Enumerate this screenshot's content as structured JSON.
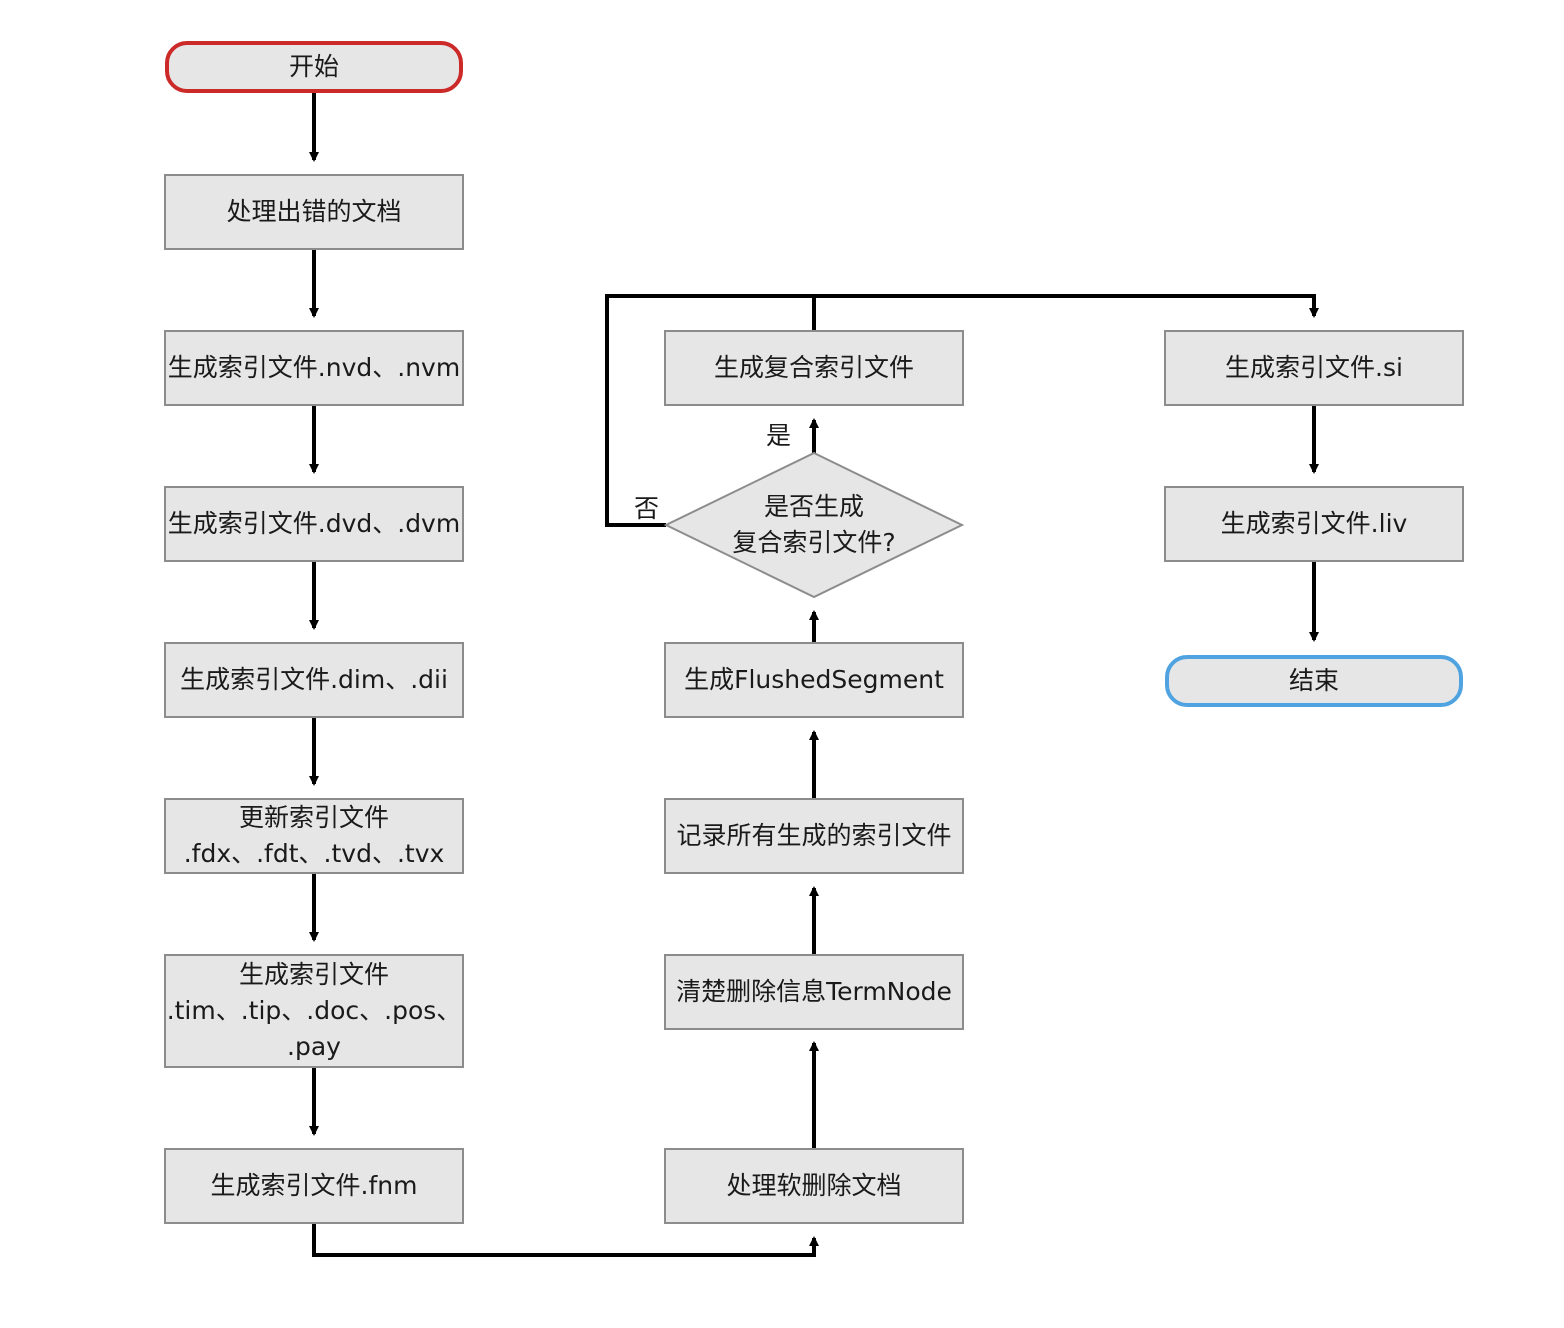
{
  "nodes": {
    "start": "开始",
    "handle_error_docs": "处理出错的文档",
    "gen_nvd_nvm": "生成索引文件.nvd、.nvm",
    "gen_dvd_dvm": "生成索引文件.dvd、.dvm",
    "gen_dim_dii": "生成索引文件.dim、.dii",
    "update_fdx": "更新索引文件\n.fdx、.fdt、.tvd、.tvx",
    "gen_tim": "生成索引文件\n.tim、.tip、.doc、.pos、\n.pay",
    "gen_fnm": "生成索引文件.fnm",
    "handle_soft_delete": "处理软删除文档",
    "clear_termnode": "清楚删除信息TermNode",
    "record_files": "记录所有生成的索引文件",
    "gen_flushed_segment": "生成FlushedSegment",
    "decision": "是否生成\n复合索引文件?",
    "gen_compound": "生成复合索引文件",
    "gen_si": "生成索引文件.si",
    "gen_liv": "生成索引文件.liv",
    "end": "结束"
  },
  "edge_labels": {
    "yes": "是",
    "no": "否"
  },
  "colors": {
    "node_fill": "#e6e6e6",
    "node_border": "#8c8c8c",
    "start_border": "#cc2929",
    "end_border": "#4fa3e0",
    "edge": "#000000"
  }
}
